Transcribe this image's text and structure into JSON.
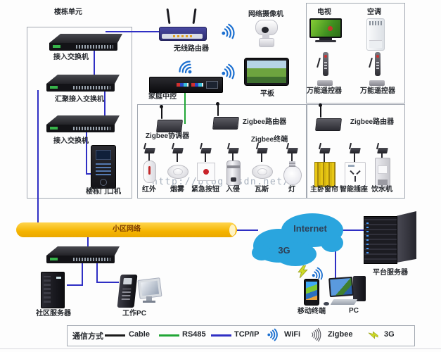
{
  "diagram": {
    "watermark": "http://blog.csdn.net/",
    "building": {
      "title": "楼栋单元",
      "access_switch_1": "接入交换机",
      "aggregation_switch": "汇聚接入交换机",
      "access_switch_2": "接入交换机",
      "door_station": "楼栋门口机"
    },
    "home": {
      "wireless_router": "无线路由器",
      "ip_camera": "网络摄像机",
      "home_controller": "家庭中控",
      "tablet": "平板"
    },
    "zigbee": {
      "coordinator": "Zigbee协调器",
      "router_left": "Zigbee路由器",
      "terminals_title": "Zigbee终端",
      "router_right": "Zigbee路由器",
      "sensors": [
        "红外",
        "烟雾",
        "紧急按钮",
        "入侵",
        "瓦斯",
        "灯",
        "主卧窗帘",
        "智能插座",
        "饮水机"
      ]
    },
    "appliances": {
      "tv": "电视",
      "air_conditioner": "空调",
      "remote_left": "万能遥控器",
      "remote_right": "万能遥控器"
    },
    "community": {
      "network_bar": "小区网络",
      "community_server": "社区服务器",
      "work_pc": "工作PC"
    },
    "wan": {
      "internet": "Internet",
      "mobile_3g": "3G",
      "platform_server": "平台服务器",
      "mobile_terminal": "移动终端",
      "pc": "PC"
    },
    "legend": {
      "title": "通信方式",
      "cable": {
        "label": "Cable",
        "color": "#1a1a1a"
      },
      "rs485": {
        "label": "RS485",
        "color": "#21a636"
      },
      "tcpip": {
        "label": "TCP/IP",
        "color": "#2f2fc4"
      },
      "wifi": {
        "label": "WiFi",
        "color": "#1b6fd0"
      },
      "zigbee": {
        "label": "Zigbee",
        "color": "#55555d"
      },
      "threeg": {
        "label": "3G",
        "color": "#cdd927"
      }
    },
    "colors": {
      "bus_bar": "#f5b400",
      "bus_label": "#7c3a00",
      "cloud": "#2aa5de",
      "cloud_text": "#2e4057"
    }
  }
}
